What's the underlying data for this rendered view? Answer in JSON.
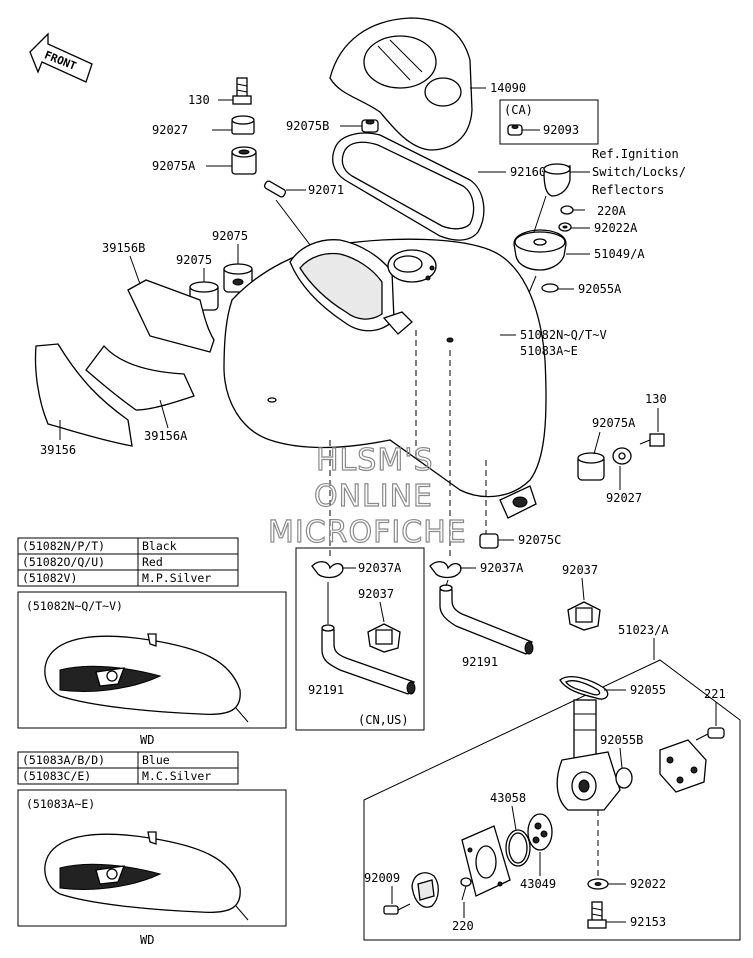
{
  "labels": {
    "front": "FRONT",
    "p14090": "14090",
    "p130a": "130",
    "p92027a": "92027",
    "p92075B": "92075B",
    "ca": "(CA)",
    "p92093": "92093",
    "p92075A_a": "92075A",
    "p92160": "92160",
    "ref1": "Ref.Ignition",
    "ref2": "Switch/Locks/",
    "ref3": "Reflectors",
    "p92071": "92071",
    "p220A": "220A",
    "p92022A": "92022A",
    "p39156B": "39156B",
    "p92075_1": "92075",
    "p92075_2": "92075",
    "p51049A": "51049/A",
    "p92055A": "92055A",
    "p51082": "51082N~Q/T~V",
    "p51083": "51083A~E",
    "p39156": "39156",
    "p39156A": "39156A",
    "p130b": "130",
    "p92075A_b": "92075A",
    "p92027b": "92027",
    "p92075C": "92075C",
    "p92037A_a": "92037A",
    "p92037A_b": "92037A",
    "p92037_a": "92037",
    "p92037_b": "92037",
    "p51023A": "51023/A",
    "p92191_a": "92191",
    "p92191_b": "92191",
    "cnus": "(CN,US)",
    "p92055": "92055",
    "p221": "221",
    "p92055B": "92055B",
    "p43058": "43058",
    "p43049": "43049",
    "p92009": "92009",
    "p220": "220",
    "p92022": "92022",
    "p92153": "92153"
  },
  "watermark": [
    "HLSM'S",
    "ONLINE",
    "MICROFICHE"
  ],
  "color_table_1": [
    {
      "code": "(51082N/P/T)",
      "color": "Black"
    },
    {
      "code": "(51082O/Q/U)",
      "color": "Red"
    },
    {
      "code": "(51082V)",
      "color": "M.P.Silver"
    }
  ],
  "color_table_2": [
    {
      "code": "(51083A/B/D)",
      "color": "Blue"
    },
    {
      "code": "(51083C/E)",
      "color": "M.C.Silver"
    }
  ],
  "inset1": {
    "title": "(51082N~Q/T~V)",
    "caption": "WD"
  },
  "inset2": {
    "title": "(51083A~E)",
    "caption": "WD"
  }
}
